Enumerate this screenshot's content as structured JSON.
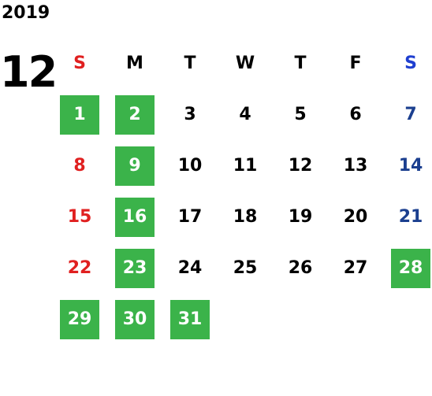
{
  "calendar": {
    "year": "2019",
    "month": "12",
    "weekdays": [
      "S",
      "M",
      "T",
      "W",
      "T",
      "F",
      "S"
    ],
    "leading_blank_days": 0,
    "days": [
      {
        "day": "1",
        "highlighted": true
      },
      {
        "day": "2",
        "highlighted": true
      },
      {
        "day": "3",
        "highlighted": false
      },
      {
        "day": "4",
        "highlighted": false
      },
      {
        "day": "5",
        "highlighted": false
      },
      {
        "day": "6",
        "highlighted": false
      },
      {
        "day": "7",
        "highlighted": false
      },
      {
        "day": "8",
        "highlighted": false
      },
      {
        "day": "9",
        "highlighted": true
      },
      {
        "day": "10",
        "highlighted": false
      },
      {
        "day": "11",
        "highlighted": false
      },
      {
        "day": "12",
        "highlighted": false
      },
      {
        "day": "13",
        "highlighted": false
      },
      {
        "day": "14",
        "highlighted": false
      },
      {
        "day": "15",
        "highlighted": false
      },
      {
        "day": "16",
        "highlighted": true
      },
      {
        "day": "17",
        "highlighted": false
      },
      {
        "day": "18",
        "highlighted": false
      },
      {
        "day": "19",
        "highlighted": false
      },
      {
        "day": "20",
        "highlighted": false
      },
      {
        "day": "21",
        "highlighted": false
      },
      {
        "day": "22",
        "highlighted": false
      },
      {
        "day": "23",
        "highlighted": true
      },
      {
        "day": "24",
        "highlighted": false
      },
      {
        "day": "25",
        "highlighted": false
      },
      {
        "day": "26",
        "highlighted": false
      },
      {
        "day": "27",
        "highlighted": false
      },
      {
        "day": "28",
        "highlighted": true
      },
      {
        "day": "29",
        "highlighted": true
      },
      {
        "day": "30",
        "highlighted": true
      },
      {
        "day": "31",
        "highlighted": true
      }
    ]
  },
  "colors": {
    "highlight": "#3bb34a",
    "sunday": "#e02020",
    "saturday": "#1b3f8f",
    "saturday_header": "#1f3fd0",
    "text": "#000000"
  }
}
